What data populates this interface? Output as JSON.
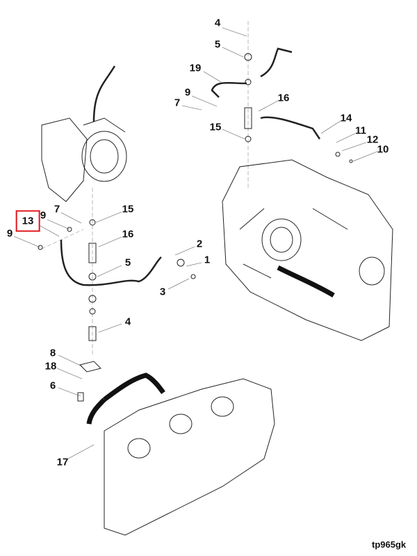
{
  "diagram": {
    "highlight_color": "#e0161b",
    "highlighted_callout": "13",
    "drawing_code": "tp965gk",
    "callouts": {
      "c4a": "4",
      "c5a": "5",
      "c19": "19",
      "c9a": "9",
      "c7a": "7",
      "c16a": "16",
      "c15a": "15",
      "c14": "14",
      "c11": "11",
      "c12": "12",
      "c10": "10",
      "c13": "13",
      "c9b": "9",
      "c9c": "9",
      "c7b": "7",
      "c15b": "15",
      "c16b": "16",
      "c5b": "5",
      "c2": "2",
      "c1": "1",
      "c3": "3",
      "c4b": "4",
      "c8": "8",
      "c18": "18",
      "c6": "6",
      "c17": "17"
    }
  }
}
